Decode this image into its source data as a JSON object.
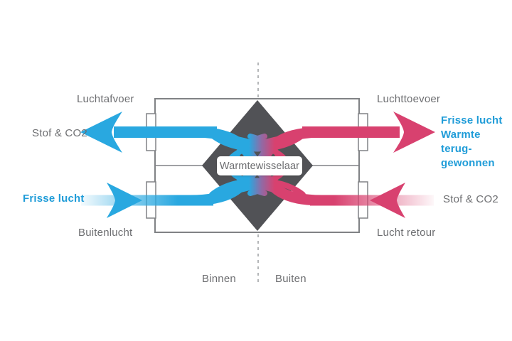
{
  "diagram": {
    "exchanger_label": "Warmtewisselaar",
    "labels": {
      "top_left_duct": "Luchtafvoer",
      "top_left_flow": "Stof & CO2",
      "top_right_duct": "Luchttoevoer",
      "top_right_flow": "Frisse lucht\nWarmte terug-\ngewonnen",
      "bottom_left_flow": "Frisse lucht",
      "bottom_left_duct": "Buitenlucht",
      "bottom_right_flow": "Stof & CO2",
      "bottom_right_duct": "Lucht retour",
      "zone_left": "Binnen",
      "zone_right": "Buiten"
    },
    "colors": {
      "supply_blue": "#29A8E0",
      "return_pink": "#D8416F",
      "transition_purple": "#8F6BA6",
      "text_grey": "#6D6E71",
      "text_blue": "#1F9CD8",
      "unit_outline": "#808285",
      "exchanger_fill": "#515256",
      "dashed_line": "#9B9DA0"
    }
  }
}
